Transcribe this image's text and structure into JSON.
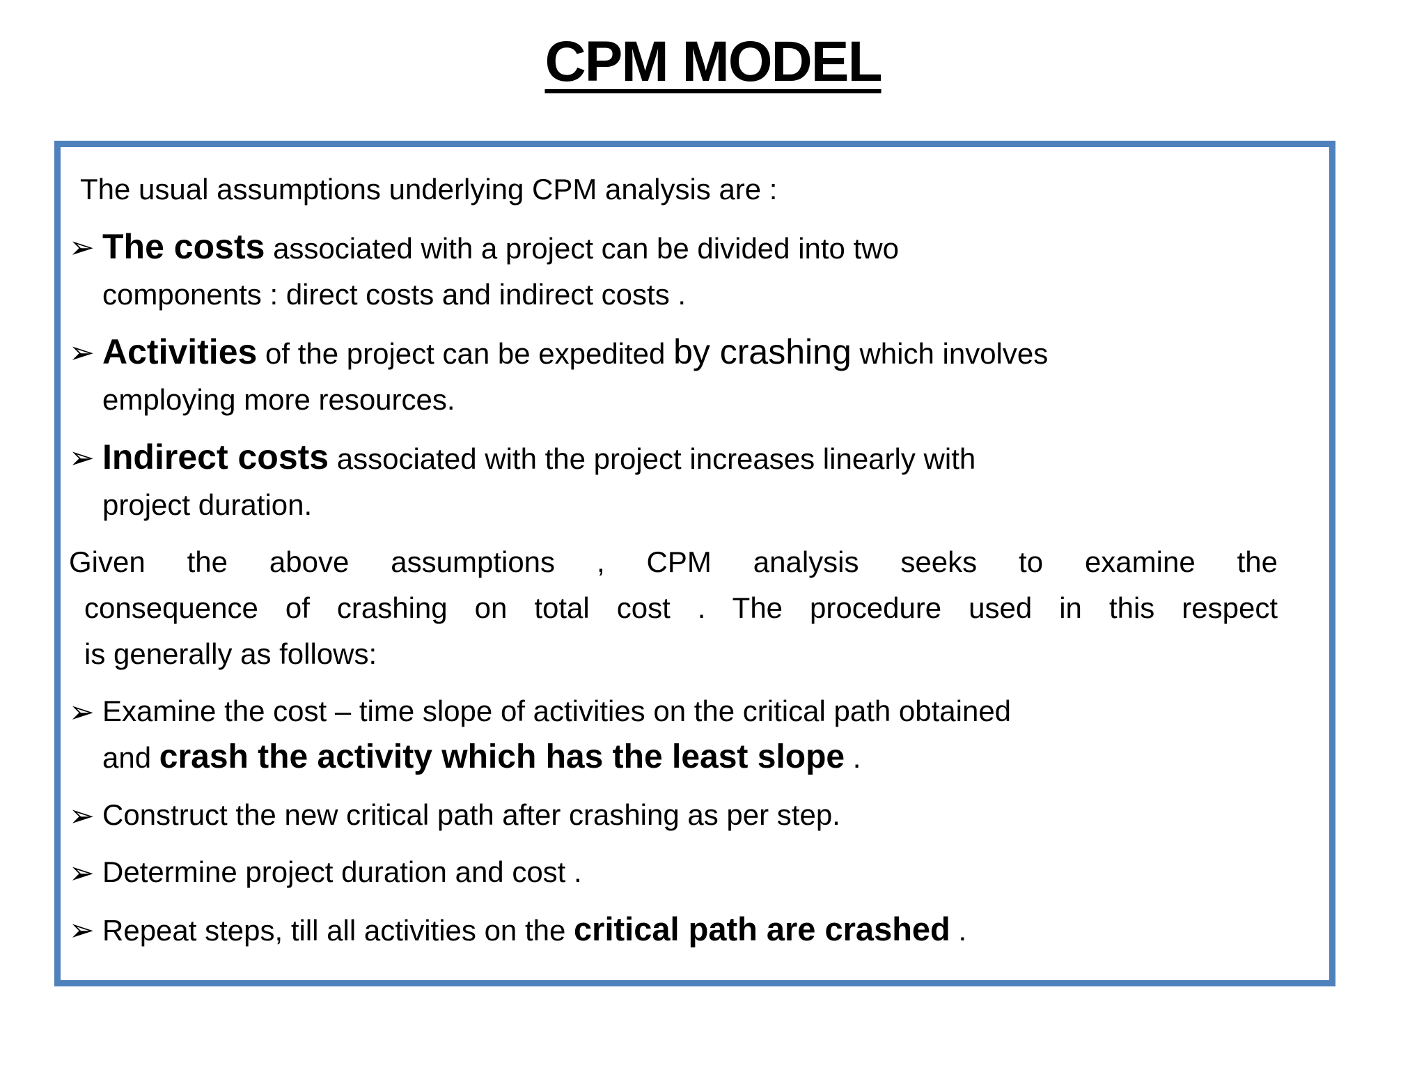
{
  "slide": {
    "title": "CPM MODEL",
    "bullet_glyph": "➢",
    "colors": {
      "border_blue": "#4f81bd",
      "text": "#000000",
      "background": "#ffffff"
    },
    "intro": "The usual assumptions underlying CPM analysis are :",
    "bullets": {
      "b1": {
        "lead": "The costs",
        "line1_rest": " associated with a project can be divided into two",
        "line2": "components : direct costs and indirect costs ."
      },
      "b2": {
        "lead": "Activities",
        "line1_mid": " of the project can be expedited ",
        "line1_big": "by crashing",
        "line1_rest": " which involves",
        "line2": "employing more resources."
      },
      "b3": {
        "lead": "Indirect costs",
        "line1_rest": " associated with the project increases linearly with",
        "line2": "project duration."
      },
      "b4": {
        "line1": "Examine the cost – time slope of activities on the critical path obtained",
        "line2_pre": "and ",
        "line2_bold": "crash the activity which has the least slope",
        "line2_post": " ."
      },
      "b5": "Construct the new critical path after crashing as per step.",
      "b6": "Determine project duration and cost .",
      "b7": {
        "pre": "Repeat steps, till all activities on the ",
        "bold": "critical path are crashed",
        "post": " ."
      }
    },
    "paragraph": {
      "line1": "Given the above assumptions , CPM analysis seeks to examine the",
      "line2": "consequence of crashing on total cost . The procedure used in this respect",
      "line3": "is generally as follows:"
    }
  }
}
